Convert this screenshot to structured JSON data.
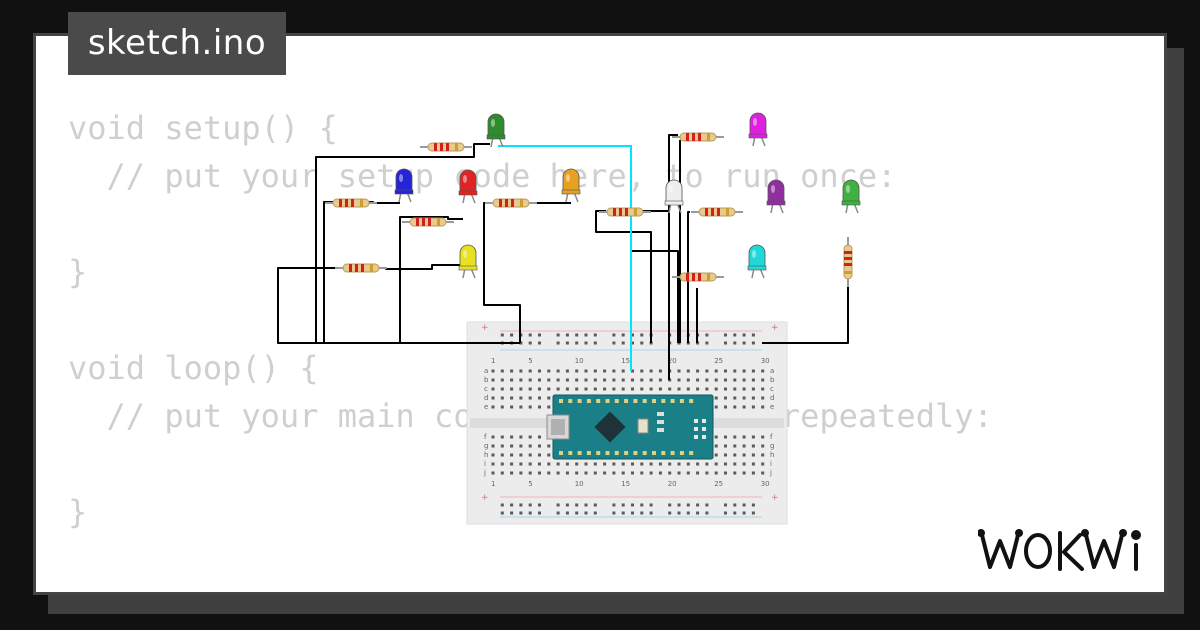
{
  "tab": {
    "filename": "sketch.ino"
  },
  "code": {
    "lines": [
      "void setup() {",
      "  // put your setup code here, to run once:",
      "",
      "}",
      "",
      "void loop() {",
      "  // put your main code here, to run repeatedly:",
      "",
      "}"
    ]
  },
  "breadboard": {
    "column_labels": [
      "1",
      "5",
      "10",
      "15",
      "20",
      "25",
      "30"
    ],
    "row_labels_top": [
      "a",
      "b",
      "c",
      "d",
      "e"
    ],
    "row_labels_bottom": [
      "f",
      "g",
      "h",
      "i",
      "j"
    ]
  },
  "leds": [
    {
      "name": "led-green-1",
      "color": "#2e8b2e"
    },
    {
      "name": "led-blue",
      "color": "#2424d8"
    },
    {
      "name": "led-red",
      "color": "#e02424"
    },
    {
      "name": "led-orange",
      "color": "#e8a020"
    },
    {
      "name": "led-yellow",
      "color": "#e8e020"
    },
    {
      "name": "led-magenta",
      "color": "#e020e0"
    },
    {
      "name": "led-white",
      "color": "#eeeeee"
    },
    {
      "name": "led-purple",
      "color": "#9030a0"
    },
    {
      "name": "led-cyan",
      "color": "#20d8d8"
    },
    {
      "name": "led-green-2",
      "color": "#40b040"
    }
  ],
  "colors": {
    "background": "#111111",
    "card": "#ffffff",
    "tab": "#4a4a4a",
    "code_text": "#cfcfcf",
    "arduino_board": "#1a7f86",
    "wire": "#000000",
    "signal_wire": "#00e5ff"
  },
  "logo": {
    "text": "WOKWI"
  }
}
